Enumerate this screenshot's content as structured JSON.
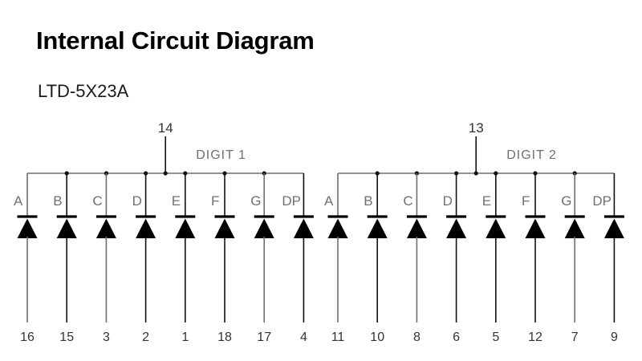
{
  "page": {
    "title": "Internal Circuit Diagram",
    "part_number": "LTD-5X23A",
    "background_color": "#ffffff",
    "line_color": "#6e6e6e",
    "symbol_color": "#000000"
  },
  "diagram": {
    "type": "led-display-internal-circuit",
    "description": "Two-digit seven-segment LED display internal wiring, each digit common-pin bus feeding eight LEDs",
    "segments_per_digit": [
      "A",
      "B",
      "C",
      "D",
      "E",
      "F",
      "G",
      "DP"
    ],
    "digits": [
      {
        "label": "DIGIT  1",
        "common_pin": "14",
        "segments": [
          {
            "segment": "A",
            "pin": "16"
          },
          {
            "segment": "B",
            "pin": "15"
          },
          {
            "segment": "C",
            "pin": "3"
          },
          {
            "segment": "D",
            "pin": "2"
          },
          {
            "segment": "E",
            "pin": "1"
          },
          {
            "segment": "F",
            "pin": "18"
          },
          {
            "segment": "G",
            "pin": "17"
          },
          {
            "segment": "DP",
            "pin": "4"
          }
        ]
      },
      {
        "label": "DIGIT  2",
        "common_pin": "13",
        "segments": [
          {
            "segment": "A",
            "pin": "11"
          },
          {
            "segment": "B",
            "pin": "10"
          },
          {
            "segment": "C",
            "pin": "8"
          },
          {
            "segment": "D",
            "pin": "6"
          },
          {
            "segment": "E",
            "pin": "5"
          },
          {
            "segment": "F",
            "pin": "12"
          },
          {
            "segment": "G",
            "pin": "7"
          },
          {
            "segment": "DP",
            "pin": "9"
          }
        ]
      }
    ]
  }
}
